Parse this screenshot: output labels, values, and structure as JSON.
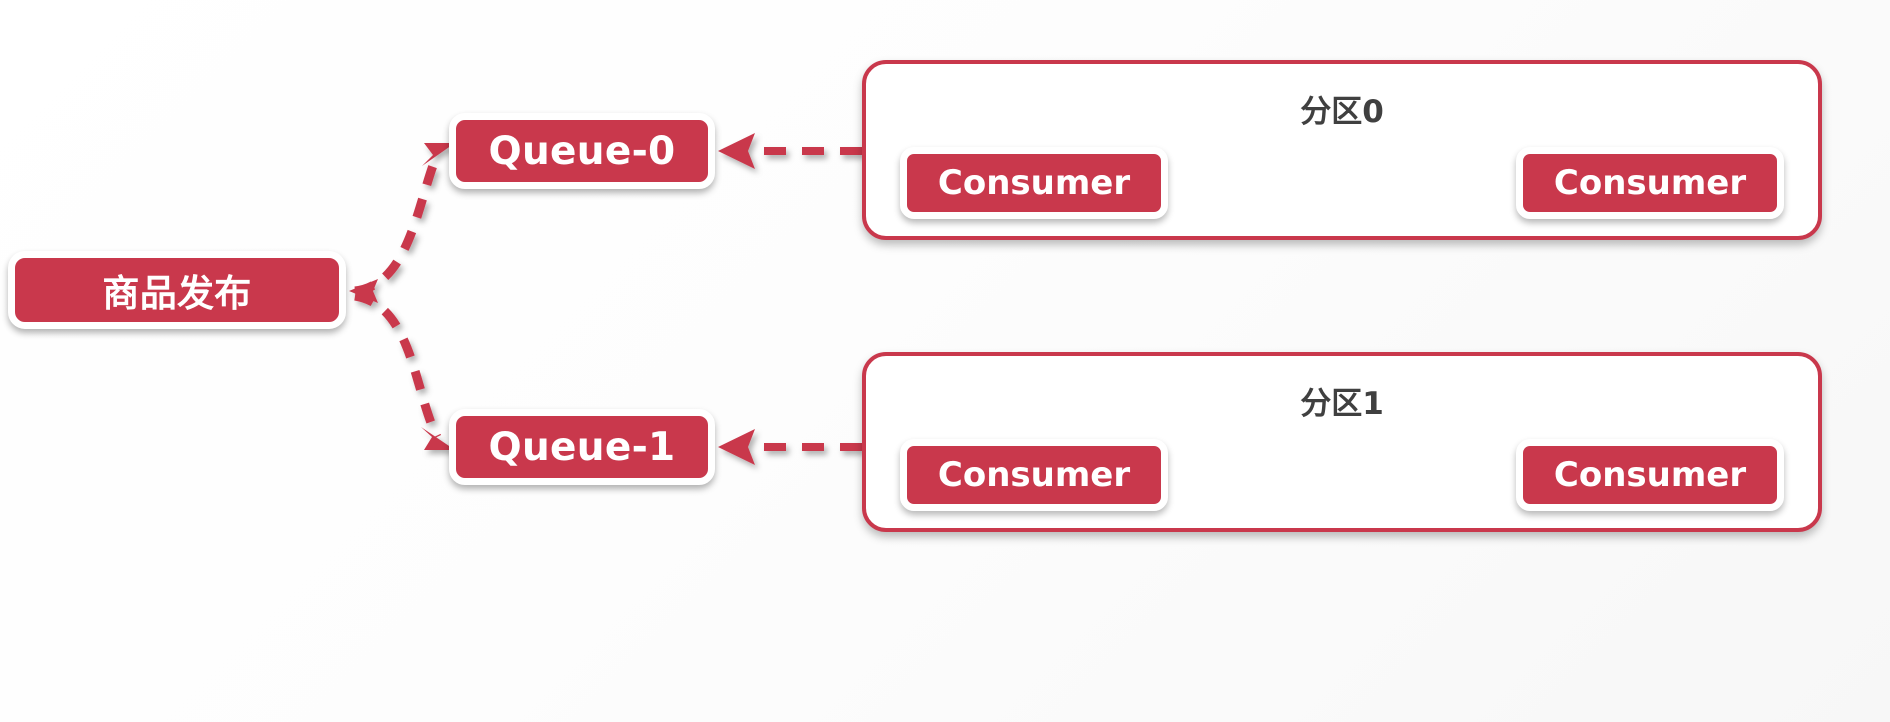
{
  "diagram": {
    "title_text_visible": false,
    "colors": {
      "accent_red": "#C9384C",
      "node_text": "#FFFFFF",
      "partition_label_text": "#404040",
      "partition_fill": "#FFFFFF",
      "background": "#FFFFFF"
    },
    "publisher": {
      "label": "商品发布"
    },
    "queues": [
      {
        "label": "Queue-0"
      },
      {
        "label": "Queue-1"
      }
    ],
    "partitions": [
      {
        "label": "分区0",
        "consumers": [
          {
            "label": "Consumer"
          },
          {
            "label": "Consumer"
          }
        ]
      },
      {
        "label": "分区1",
        "consumers": [
          {
            "label": "Consumer"
          },
          {
            "label": "Consumer"
          }
        ]
      }
    ],
    "connectors": [
      {
        "name": "publish-to-queue-0",
        "style": "dashed-curve",
        "direction": "right"
      },
      {
        "name": "publish-to-queue-1",
        "style": "dashed-curve",
        "direction": "right"
      },
      {
        "name": "partition-0-to-queue-0",
        "style": "dashed-straight",
        "direction": "left"
      },
      {
        "name": "partition-1-to-queue-1",
        "style": "dashed-straight",
        "direction": "left"
      }
    ]
  }
}
